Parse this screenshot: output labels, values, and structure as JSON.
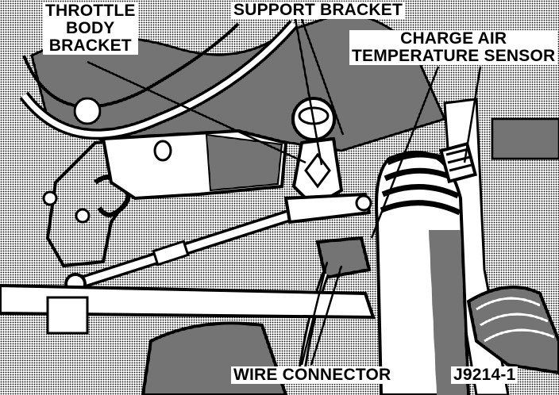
{
  "labels": {
    "throttle_body_bracket": [
      "THROTTLE",
      "BODY",
      "BRACKET"
    ],
    "support_bracket": "SUPPORT BRACKET",
    "charge_air_temperature_sensor": [
      "CHARGE AIR",
      "TEMPERATURE SENSOR"
    ],
    "wire_connector": "WIRE CONNECTOR",
    "figure_id": "J9214-1"
  },
  "colors": {
    "ink": "#000000",
    "paper": "#ffffff"
  }
}
